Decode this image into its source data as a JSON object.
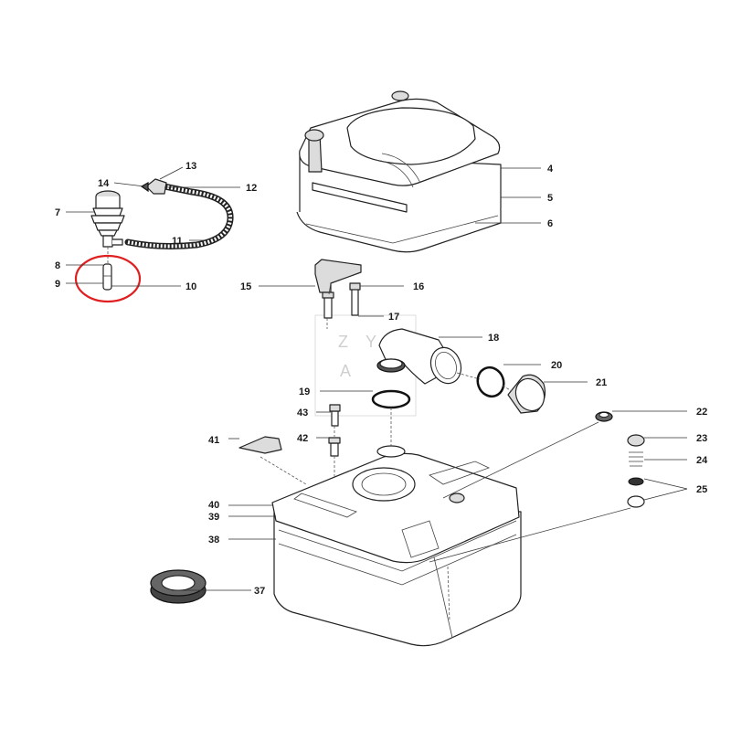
{
  "diagram": {
    "labels": [
      "4",
      "5",
      "6",
      "7",
      "8",
      "9",
      "10",
      "11",
      "12",
      "13",
      "14",
      "15",
      "16",
      "17",
      "18",
      "19",
      "20",
      "21",
      "22",
      "23",
      "24",
      "25",
      "37",
      "38",
      "39",
      "40",
      "41",
      "42",
      "43"
    ],
    "highlight_color": "#e02020",
    "watermark": [
      "Z",
      "Y",
      "A"
    ]
  }
}
